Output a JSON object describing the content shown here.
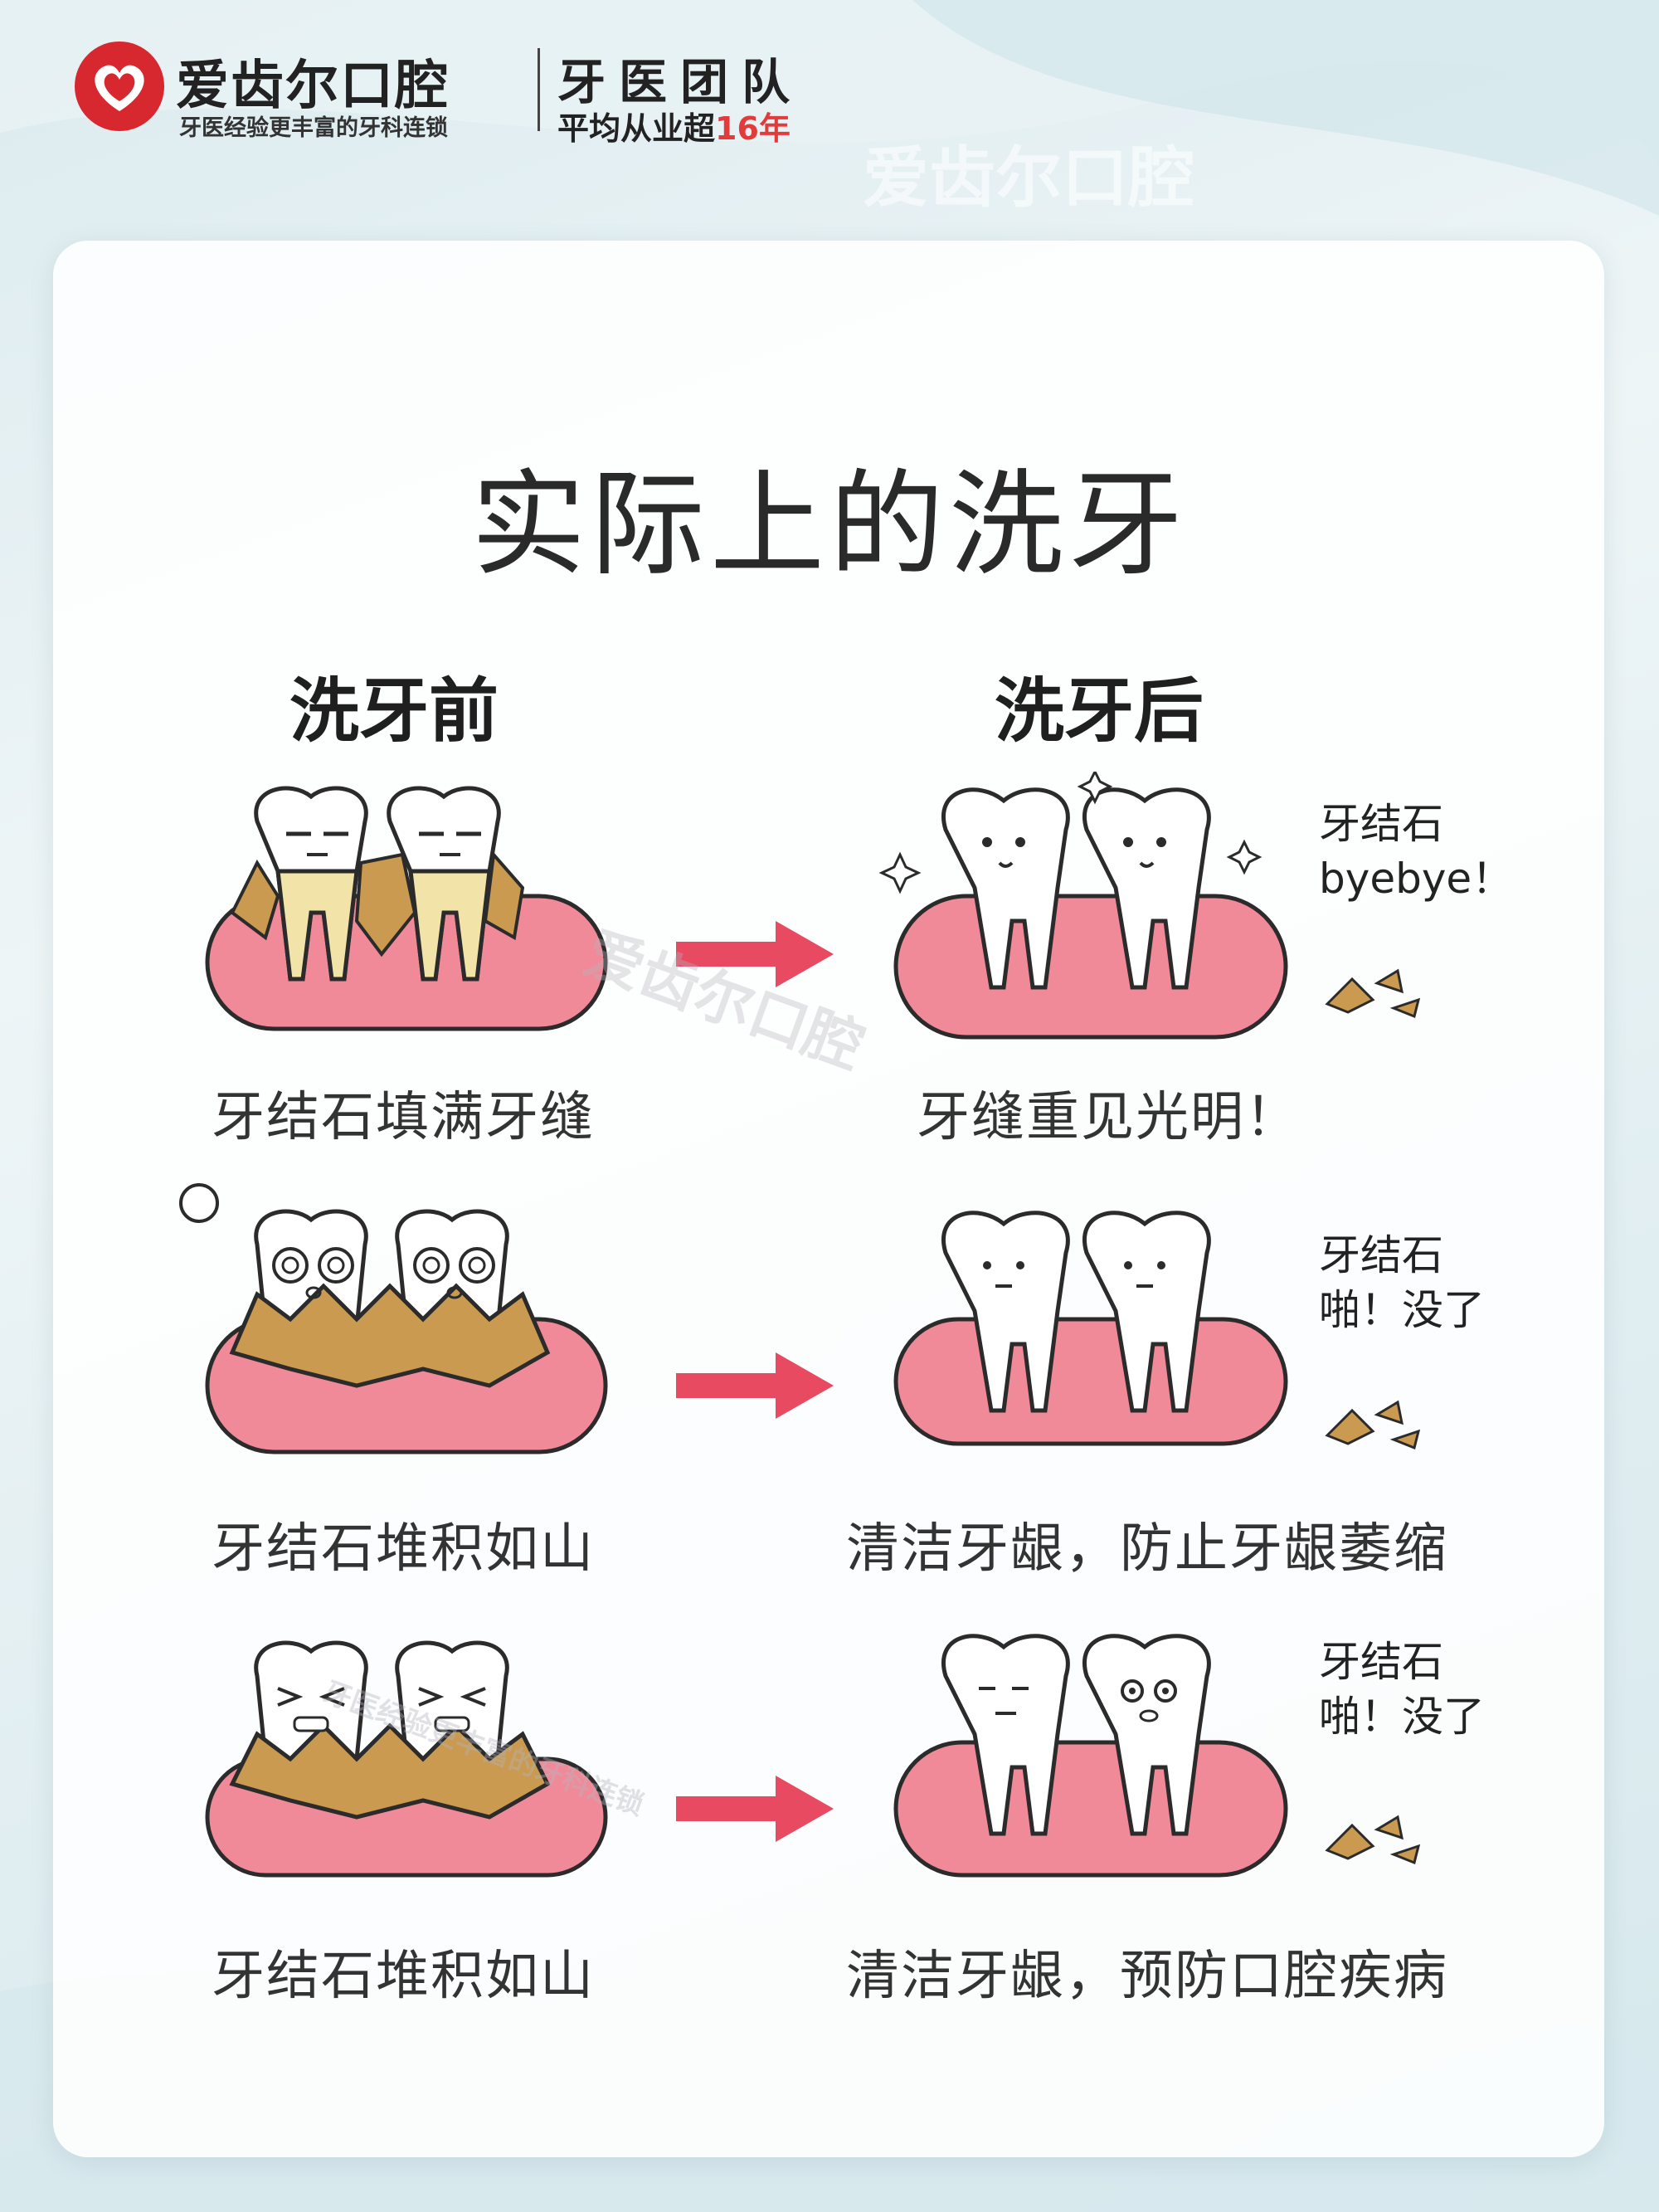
{
  "brand": {
    "name": "爱齿尔口腔",
    "slogan": "牙医经验更丰富的牙科连锁",
    "team_title": "牙医团队",
    "team_sub_prefix": "平均从业超",
    "team_sub_highlight": "16年",
    "accent_color": "#d8282f"
  },
  "page_title": "实际上的洗牙",
  "columns": {
    "before": "洗牙前",
    "after": "洗牙后"
  },
  "rows": [
    {
      "before_caption": "牙结石填满牙缝",
      "after_caption": "牙缝重见光明！",
      "after_note": "牙结石\nbyebye！"
    },
    {
      "before_caption": "牙结石堆积如山",
      "after_caption": "清洁牙龈，防止牙龈萎缩",
      "after_note": "牙结石\n啪！没了"
    },
    {
      "before_caption": "牙结石堆积如山",
      "after_caption": "清洁牙龈，预防口腔疾病",
      "after_note": "牙结石\n啪！没了"
    }
  ],
  "watermark": {
    "name": "爱齿尔口腔",
    "slogan": "牙医经验更丰富的牙科连锁"
  },
  "colors": {
    "gum": "#f08a98",
    "gum_outline": "#2b2b2b",
    "tartar": "#c99a4f",
    "arrow": "#e84a62",
    "tooth": "#ffffff",
    "stained_root": "#f2e3a8"
  },
  "icons": [
    "heart-logo-icon",
    "right-arrow-icon",
    "sparkle-icon",
    "tartar-chips-icon"
  ]
}
